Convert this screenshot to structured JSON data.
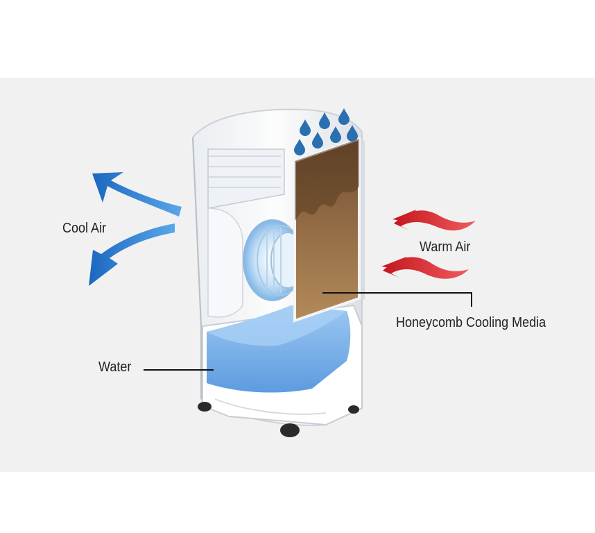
{
  "labels": {
    "cool_air": "Cool Air",
    "warm_air": "Warm Air",
    "honeycomb": "Honeycomb Cooling Media",
    "water": "Water"
  },
  "colors": {
    "background": "#f1f1f1",
    "cool_arrow": "#2d7fd0",
    "warm_arrow": "#d9262c",
    "water": "#6aa8e8",
    "cooling_media": "#7a5a3a",
    "droplet": "#2a6fb0"
  }
}
